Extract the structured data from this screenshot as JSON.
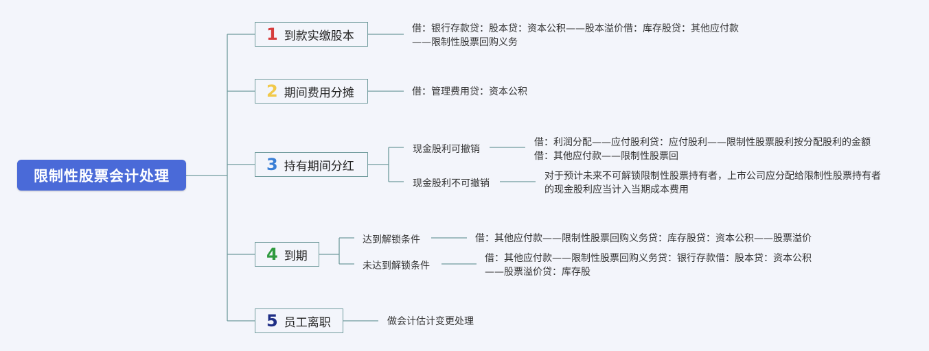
{
  "root": {
    "label": "限制性股票会计处理"
  },
  "branches": [
    {
      "num": "1",
      "label": "到款实缴股本",
      "color": "#d63c3c",
      "leaf": [
        "借：银行存款贷：股本贷：资本公积——股本溢价借：库存股贷：其他应付款",
        "——限制性股票回购义务"
      ]
    },
    {
      "num": "2",
      "label": "期间费用分摊",
      "color": "#f1c94a",
      "leaf": [
        "借：管理费用贷：资本公积"
      ]
    },
    {
      "num": "3",
      "label": "持有期间分红",
      "color": "#3a7fd6",
      "subs": [
        {
          "label": "现金股利可撤销",
          "leaf": [
            "借：利润分配——应付股利贷：应付股利——限制性股票股利按分配股利的金额",
            "借：其他应付款——限制性股票回"
          ]
        },
        {
          "label": "现金股利不可撤销",
          "leaf": [
            "对于预计未来不可解锁限制性股票持有者，上市公司应分配给限制性股票持有者",
            "的现金股利应当计入当期成本费用"
          ]
        }
      ]
    },
    {
      "num": "4",
      "label": "到期",
      "color": "#2f9a3f",
      "subs": [
        {
          "label": "达到解锁条件",
          "leaf": [
            "借：其他应付款——限制性股票回购义务贷：库存股贷：资本公积——股票溢价"
          ]
        },
        {
          "label": "未达到解锁条件",
          "leaf": [
            "借：其他应付款——限制性股票回购义务贷：银行存款借：股本贷：资本公积",
            "——股票溢价贷：库存股"
          ]
        }
      ]
    },
    {
      "num": "5",
      "label": "员工离职",
      "color": "#1f2f86",
      "leaf": [
        "做会计估计变更处理"
      ]
    }
  ]
}
